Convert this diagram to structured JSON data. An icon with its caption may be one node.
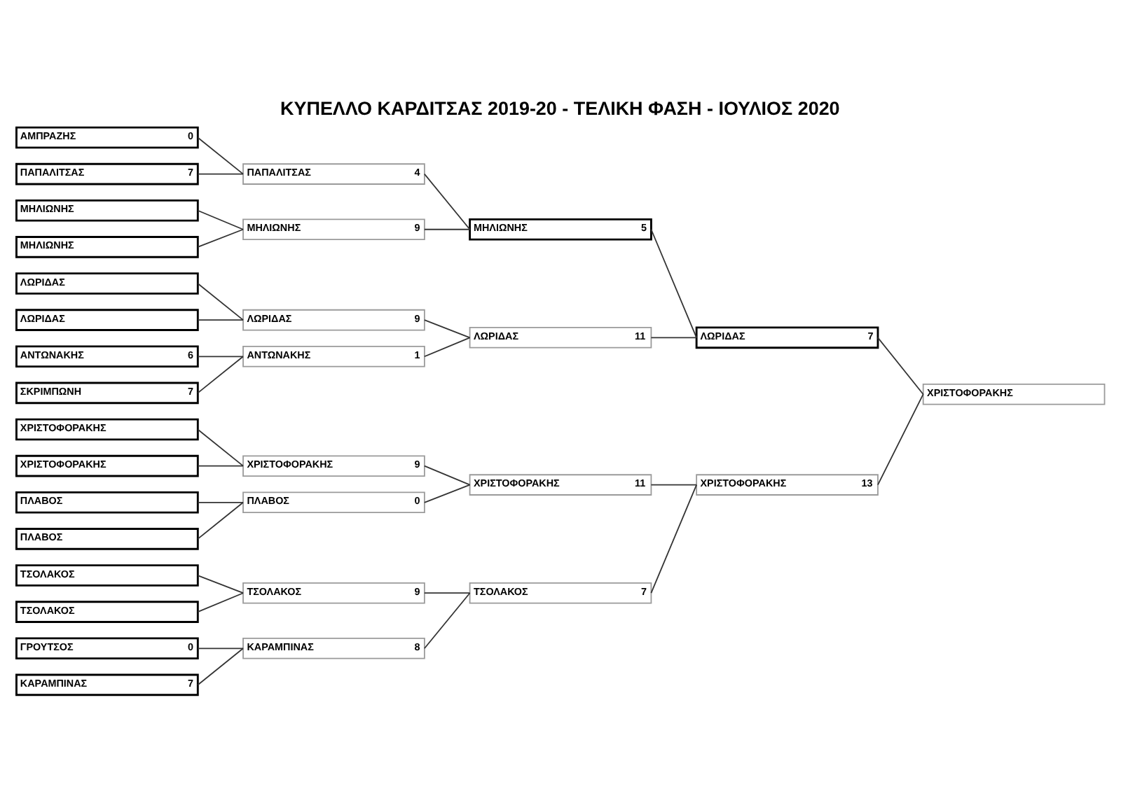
{
  "diagram": {
    "title": "ΚΥΠΕΛΛΟ ΚΑΡΔΙΤΣΑΣ 2019-20 - ΤΕΛΙΚΗ ΦΑΣΗ - ΙΟΥΛΙΟΣ 2020",
    "nodes": [
      {
        "text": [
          "ΑΜΠΡΑΖΗΣ",
          "0"
        ]
      },
      {
        "text": [
          "ΠΑΠΑΛΙΤΣΑΣ",
          "7"
        ]
      },
      {
        "text": [
          "ΜΗΛΙΩΝΗΣ"
        ]
      },
      {
        "text": [
          "ΜΗΛΙΩΝΗΣ"
        ]
      },
      {
        "text": [
          "ΛΩΡΙΔΑΣ"
        ]
      },
      {
        "text": [
          "ΛΩΡΙΔΑΣ"
        ]
      },
      {
        "text": [
          "ΑΝΤΩΝΑΚΗΣ",
          "6"
        ]
      },
      {
        "text": [
          "ΣΚΡΙΜΠΩΝΗ",
          "7"
        ]
      },
      {
        "text": [
          "ΧΡΙΣΤΟΦΟΡΑΚΗΣ"
        ]
      },
      {
        "text": [
          "ΧΡΙΣΤΟΦΟΡΑΚΗΣ"
        ]
      },
      {
        "text": [
          "ΠΛΑΒΟΣ"
        ]
      },
      {
        "text": [
          "ΠΛΑΒΟΣ"
        ]
      },
      {
        "text": [
          "ΤΣΟΛΑΚΟΣ"
        ]
      },
      {
        "text": [
          "ΤΣΟΛΑΚΟΣ"
        ]
      },
      {
        "text": [
          "ΓΡΟΥΤΣΟΣ",
          "0"
        ]
      },
      {
        "text": [
          "ΚΑΡΑΜΠΙΝΑΣ",
          "7"
        ]
      },
      {
        "text": [
          "ΠΑΠΑΛΙΤΣΑΣ",
          "4"
        ]
      },
      {
        "text": [
          "ΜΗΛΙΩΝΗΣ",
          "9"
        ]
      },
      {
        "text": [
          "ΛΩΡΙΔΑΣ",
          "9"
        ]
      },
      {
        "text": [
          "ΑΝΤΩΝΑΚΗΣ",
          "1"
        ]
      },
      {
        "text": [
          "ΧΡΙΣΤΟΦΟΡΑΚΗΣ",
          "9"
        ]
      },
      {
        "text": [
          "ΠΛΑΒΟΣ",
          "0"
        ]
      },
      {
        "text": [
          "ΤΣΟΛΑΚΟΣ",
          "9"
        ]
      },
      {
        "text": [
          "ΚΑΡΑΜΠΙΝΑΣ",
          "8"
        ]
      },
      {
        "text": [
          "ΜΗΛΙΩΝΗΣ",
          "5"
        ]
      },
      {
        "text": [
          "ΛΩΡΙΔΑΣ",
          "11"
        ]
      },
      {
        "text": [
          "ΧΡΙΣΤΟΦΟΡΑΚΗΣ",
          "11"
        ]
      },
      {
        "text": [
          "ΤΣΟΛΑΚΟΣ",
          "7"
        ]
      },
      {
        "text": [
          "ΛΩΡΙΔΑΣ",
          "7"
        ]
      },
      {
        "text": [
          "ΧΡΙΣΤΟΦΟΡΑΚΗΣ",
          "13"
        ]
      },
      {
        "text": [
          "ΧΡΙΣΤΟΦΟΡΑΚΗΣ"
        ]
      }
    ],
    "edges": [
      {
        "from": 0,
        "to": 16,
        "arrow": "none"
      },
      {
        "from": 1,
        "to": 16,
        "arrow": "none"
      },
      {
        "from": 2,
        "to": 17,
        "arrow": "none"
      },
      {
        "from": 3,
        "to": 17,
        "arrow": "none"
      },
      {
        "from": 4,
        "to": 18,
        "arrow": "none"
      },
      {
        "from": 5,
        "to": 18,
        "arrow": "none"
      },
      {
        "from": 6,
        "to": 19,
        "arrow": "none"
      },
      {
        "from": 7,
        "to": 19,
        "arrow": "none"
      },
      {
        "from": 8,
        "to": 20,
        "arrow": "none"
      },
      {
        "from": 9,
        "to": 20,
        "arrow": "none"
      },
      {
        "from": 10,
        "to": 21,
        "arrow": "none"
      },
      {
        "from": 11,
        "to": 21,
        "arrow": "none"
      },
      {
        "from": 12,
        "to": 22,
        "arrow": "none"
      },
      {
        "from": 13,
        "to": 22,
        "arrow": "none"
      },
      {
        "from": 14,
        "to": 23,
        "arrow": "none"
      },
      {
        "from": 15,
        "to": 23,
        "arrow": "none"
      },
      {
        "from": 16,
        "to": 24,
        "arrow": "none"
      },
      {
        "from": 17,
        "to": 24,
        "arrow": "none"
      },
      {
        "from": 18,
        "to": 25,
        "arrow": "none"
      },
      {
        "from": 19,
        "to": 25,
        "arrow": "none"
      },
      {
        "from": 20,
        "to": 26,
        "arrow": "none"
      },
      {
        "from": 21,
        "to": 26,
        "arrow": "none"
      },
      {
        "from": 22,
        "to": 27,
        "arrow": "none"
      },
      {
        "from": 23,
        "to": 27,
        "arrow": "none"
      },
      {
        "from": 24,
        "to": 28,
        "arrow": "none"
      },
      {
        "from": 25,
        "to": 28,
        "arrow": "none"
      },
      {
        "from": 26,
        "to": 29,
        "arrow": "none"
      },
      {
        "from": 27,
        "to": 29,
        "arrow": "none"
      },
      {
        "from": 28,
        "to": 30,
        "arrow": "none"
      },
      {
        "from": 29,
        "to": 30,
        "arrow": "none"
      }
    ]
  }
}
